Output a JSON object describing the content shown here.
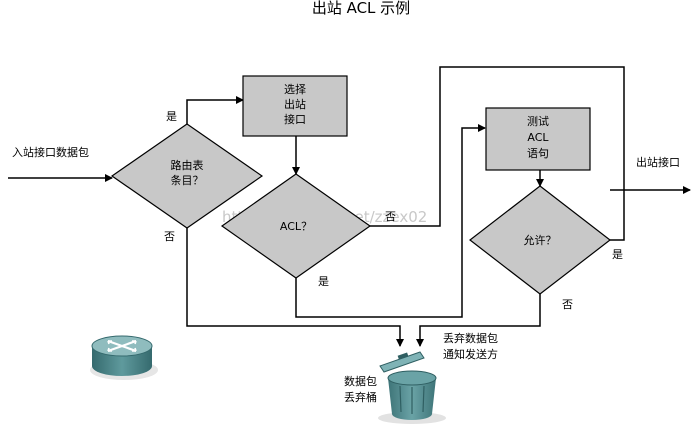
{
  "title": "出站 ACL 示例",
  "labels": {
    "inbound": "入站接口数据包",
    "route_line1": "路由表",
    "route_line2": "条目？",
    "select_line1": "选择",
    "select_line2": "出站",
    "select_line3": "接口",
    "acl_q": "ACL？",
    "test_line1": "测试",
    "test_line2": "ACL",
    "test_line3": "语句",
    "permit_q": "允许？",
    "outbound": "出站接口",
    "yes1": "是",
    "no1": "否",
    "no2": "否",
    "yes2": "是",
    "yes3": "是",
    "no3": "否",
    "discard_line1": "丢弃数据包",
    "discard_line2": "通知发送方",
    "bucket_line1": "数据包",
    "bucket_line2": "丢弃桶"
  },
  "watermark": "http://blog.csdn.net/zzex02",
  "colors": {
    "box_fill": "#c8c8c8",
    "router_fill": "#4f8a8f",
    "bucket_fill": "#4f8a8f",
    "line": "#000000"
  },
  "icons": [
    "router-icon",
    "trash-bin-icon"
  ]
}
